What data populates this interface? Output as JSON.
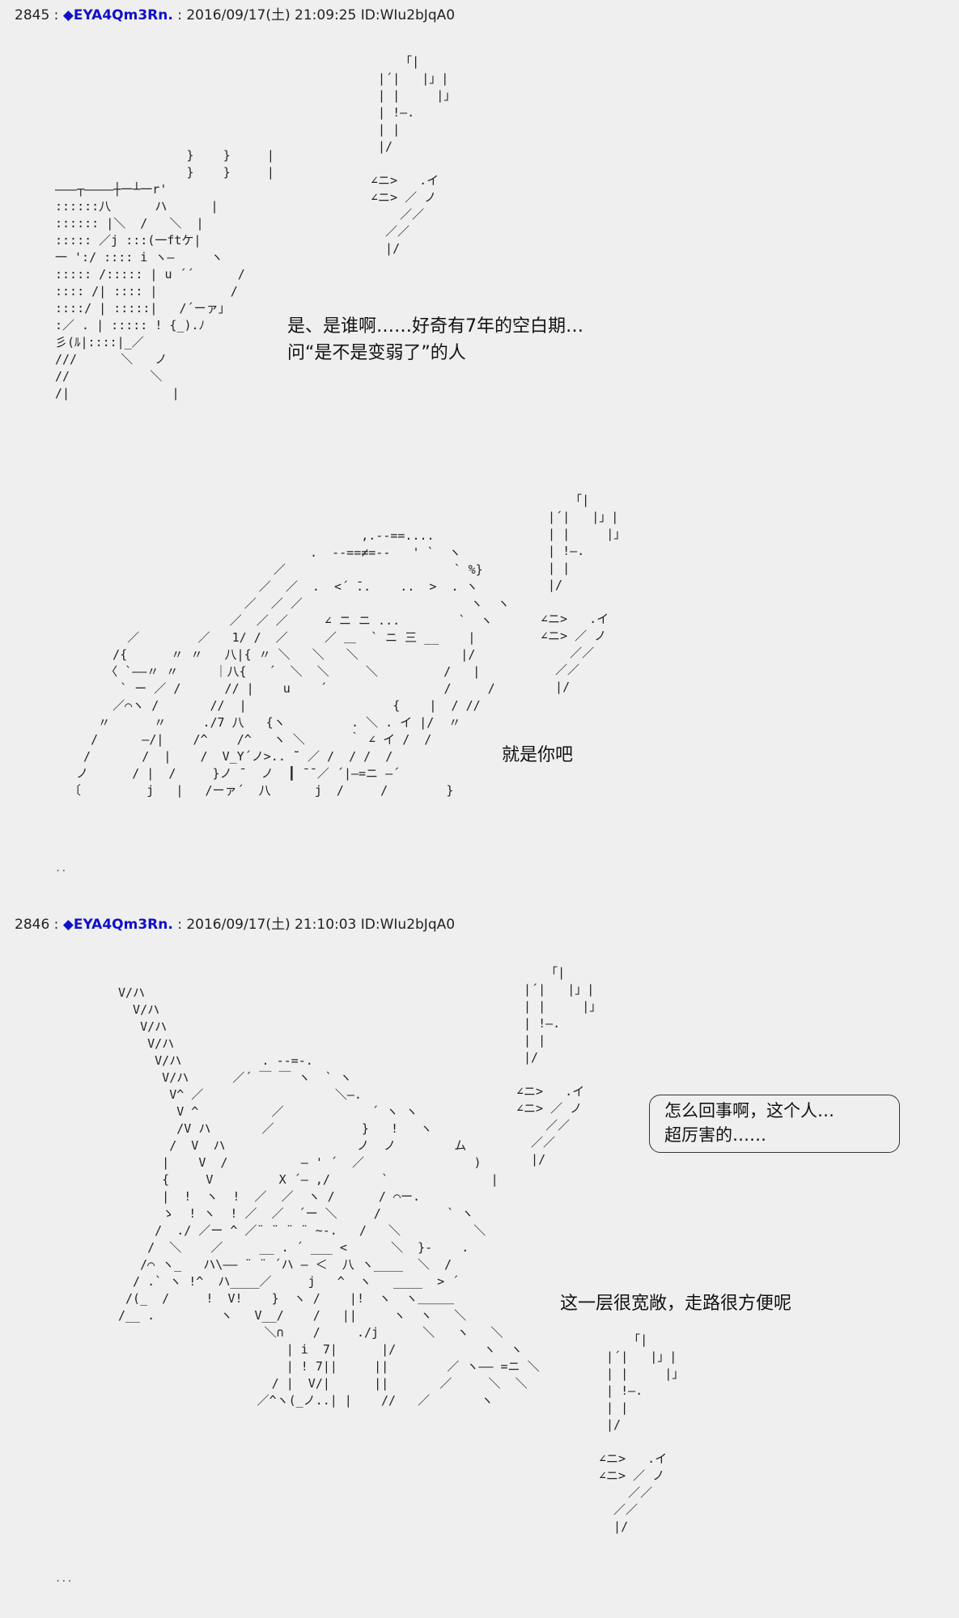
{
  "posts": [
    {
      "number": "2845",
      "sep": " : ",
      "diamond": "◆",
      "trip": "EYA4Qm3Rn.",
      "meta": " : 2016/09/17(土) 21:09:25 ID:WIu2bJqA0",
      "lines": [
        "是、是谁啊……好奇有7年的空白期…",
        "问“是不是变弱了”的人",
        "就是你吧"
      ],
      "trail": ".."
    },
    {
      "number": "2846",
      "sep": " : ",
      "diamond": "◆",
      "trip": "EYA4Qm3Rn.",
      "meta": " : 2016/09/17(土) 21:10:03 ID:WIu2bJqA0",
      "bubble": [
        "怎么回事啊，这个人…",
        "超厉害的……"
      ],
      "lines": [
        "这一层很宽敞，走路很方便呢"
      ],
      "trail": "..."
    }
  ],
  "ascii_art": {
    "sign1": "    「|\n |´|   |」|\n | |     |」\n | !—.\n | |\n |/\n\n∠ニ>   .イ\n∠ニ> ／ ノ\n    ／／\n  ／／\n  |/",
    "figure1": "                  }    }     |\n                  }    }     |\n———┬————┼一┴一r'\n::::::八      ハ      |\n:::::: |＼  /   ＼  |\n::::: ／j :::(一ftケ|\n一 ':/ :::: i ヽ—     ヽ\n::::: /::::: | u ´´      /\n:::: /| :::: |          /\n::::/ | :::::|   /´ーァ」\n:／ . | ::::: ! {_).ﾉ\n彡(ﾙ|::::|_／\n///      ＼   ノ\n//           ＼\n/|              |",
    "figure2": "                                        ,.--==....\n                                 .  --==≠=--   ' `  ヽ\n                            ／                       ` %}\n                          ／  ／  .  <´ ̄..    ..  >  . ヽ\n                        ／  ／ ／                       ヽ  ヽ\n                      ／  ／ ／     ∠ ニ ニ ...        `  ヽ\n        ／        ／   1/ /  ／     ／ ＿  ` ニ 三 __    |\n      /{      〃 〃   八|{ 〃 ＼   ＼   ＼              |/\n     〈 `——〃 〃     ｜八{   ´  ＼  ＼     ＼         /   |\n       ` ー ／ /      // |    u    ´                /     /\n      ／⌒ヽ /       //  |                    {    |  / //\n    〃      〃     ./7 八   {ヽ         . ＼ . イ |/  〃\n   /      —/|    /^    /^   ヽ ＼      ｀ ∠ イ /  /\n  /       /  |    /  V_Y´ノ>.. ̄¨ ／ /  / /  /\n ノ      / |  /     }ノ ̄   ノ  ┃ ̄ ̄ ／ ´|—=ニ —´\n〔         j   |   /ーァ´  八      j  /     /        }",
    "sign2": "    「|\n |´|   |」|\n | |     |」\n | !—.\n | |\n |/\n\n∠ニ>   .イ\n∠ニ> ／ ノ\n    ／／\n  ／／\n  |/",
    "figure3": "V/ハ\n  V/ハ\n   V/ハ\n    V/ハ\n     V/ハ           . --=-.\n      V/ハ      ／´ ￣ ￣ ヽ  ` ヽ\n       V^ ／                  ＼—.\n        V ^          ／            ´ ヽ ヽ\n        /V ハ       ／            }   !   ヽ\n       /  V  ハ                  ノ  ノ        ム\n      |    V  /          — ' ´  ／               )\n      {     V         X ´— ,/       `              |\n      |  !  ヽ  !  ／  ／  ヽ /      / ⌒ー.\n      ゝ  ! ヽ  ! ／  ／  ´ー ＼     /         ` ヽ\n     /  ./ ／ー ^ ／¨ ¨ ¨ ¨ ~-.   /   ＼          ＼\n    /  ＼    ／     __ . ´ ___ <      ＼  }-    .\n   /⌒ ヽ_   ハ\\—— ¨ ¨ ´ハ — ＜  八 ヽ____  ＼  /\n  / .` ヽ !^  ハ____／     j   ^  ヽ   ____  > ´\n /(_  /     !  V!    }  ヽ /    |!  ヽ  ヽ＿＿＿\n/__ .         ヽ   V__/    /   ||     ヽ  ヽ   ＼\n                    ＼∩    /     ./j      ＼   ヽ   ＼\n                       | i  7|      |/            ヽ  ヽ\n                       | ! 7||     ||        ／ ヽ—— =ニ ＼\n                     / |  V/|      ||       ／     ＼  ＼\n                   ／^ヽ(_ノ..| |    //   ／       ヽ",
    "sign3": "    「|\n |´|   |」|\n | |     |」\n | !—.\n | |\n |/\n\n∠ニ>   .イ\n∠ニ> ／ ノ\n    ／／\n  ／／\n  |/",
    "sign4": "    「|\n |´|   |」|\n | |     |」\n | !—.\n | |\n |/\n\n∠ニ>   .イ\n∠ニ> ／ ノ\n    ／／\n  ／／\n  |/"
  }
}
